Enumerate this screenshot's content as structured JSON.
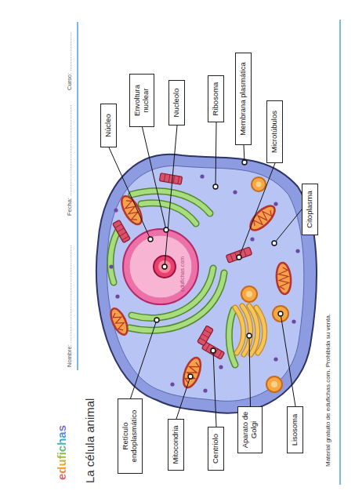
{
  "diagram": {
    "title": "La célula animal",
    "nodes": [
      {
        "text": [
          "Núcleo"
        ]
      },
      {
        "text": [
          "Envoltura nuclear"
        ]
      },
      {
        "text": [
          "Nucleolo"
        ]
      },
      {
        "text": [
          "Ribosoma"
        ]
      },
      {
        "text": [
          "Membrana plasmática"
        ]
      },
      {
        "text": [
          "Microtúbulos"
        ]
      },
      {
        "text": [
          "Citoplasma"
        ]
      },
      {
        "text": [
          "Retículo endoplasmático"
        ]
      },
      {
        "text": [
          "Mitocondria"
        ]
      },
      {
        "text": [
          "Centriolo"
        ]
      },
      {
        "text": [
          "Aparato de Golgi"
        ]
      },
      {
        "text": [
          "Lisosoma"
        ]
      }
    ],
    "labels": [
      "edufichas",
      "Nombre: ............................................................",
      "Fecha: ........................................................",
      "Curso: ........................",
      "edufichas.com",
      "Material gratuito de edufichas.com. Prohibida su venta."
    ]
  }
}
